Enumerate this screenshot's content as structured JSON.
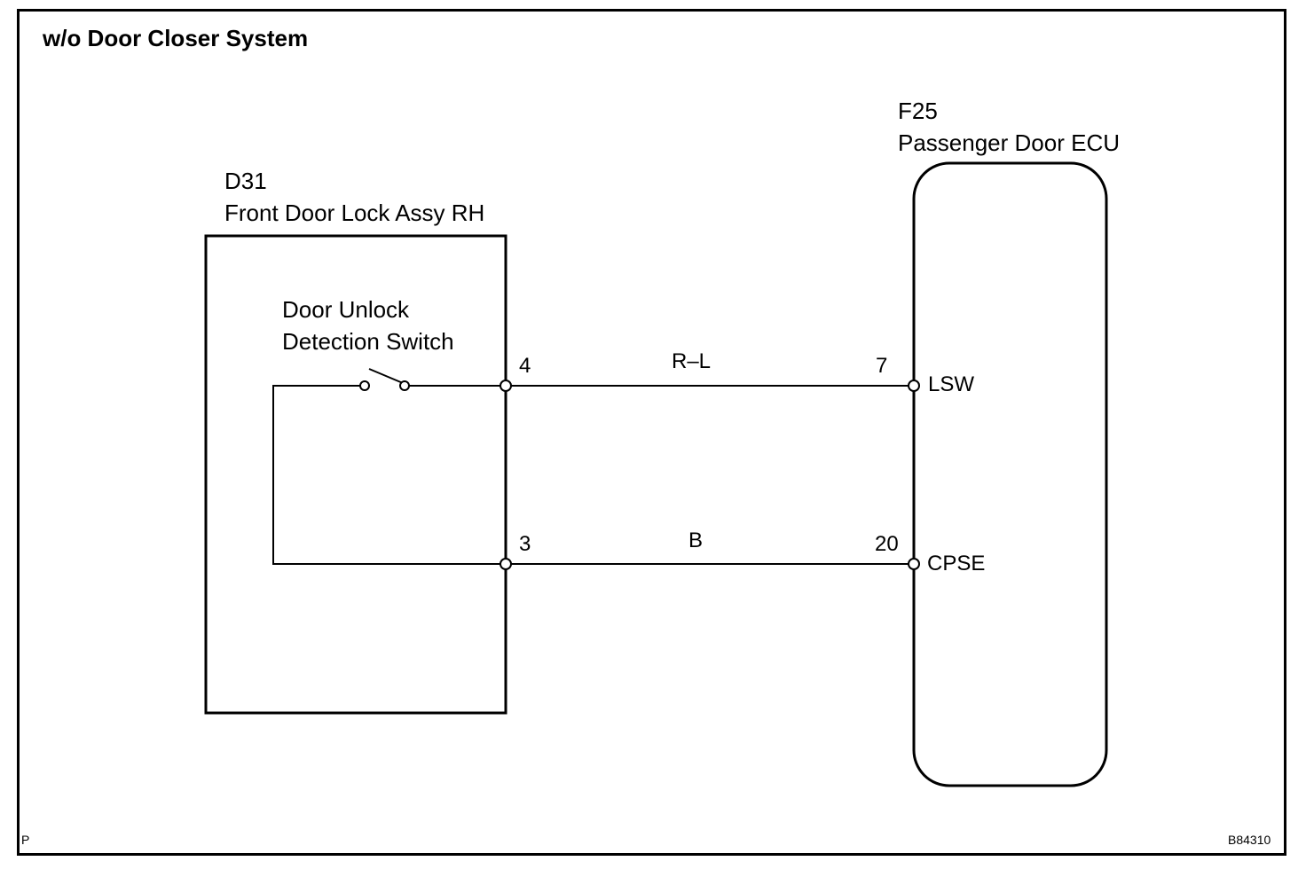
{
  "title": "w/o Door Closer System",
  "components": {
    "d31": {
      "code": "D31",
      "name": "Front Door Lock Assy RH",
      "switch_line1": "Door Unlock",
      "switch_line2": "Detection Switch"
    },
    "f25": {
      "code": "F25",
      "name": "Passenger Door ECU"
    }
  },
  "connections": [
    {
      "from_pin": "4",
      "wire_color": "R–L",
      "to_pin": "7",
      "signal": "LSW"
    },
    {
      "from_pin": "3",
      "wire_color": "B",
      "to_pin": "20",
      "signal": "CPSE"
    }
  ],
  "footer": {
    "left_mark": "P",
    "figure_id": "B84310"
  }
}
